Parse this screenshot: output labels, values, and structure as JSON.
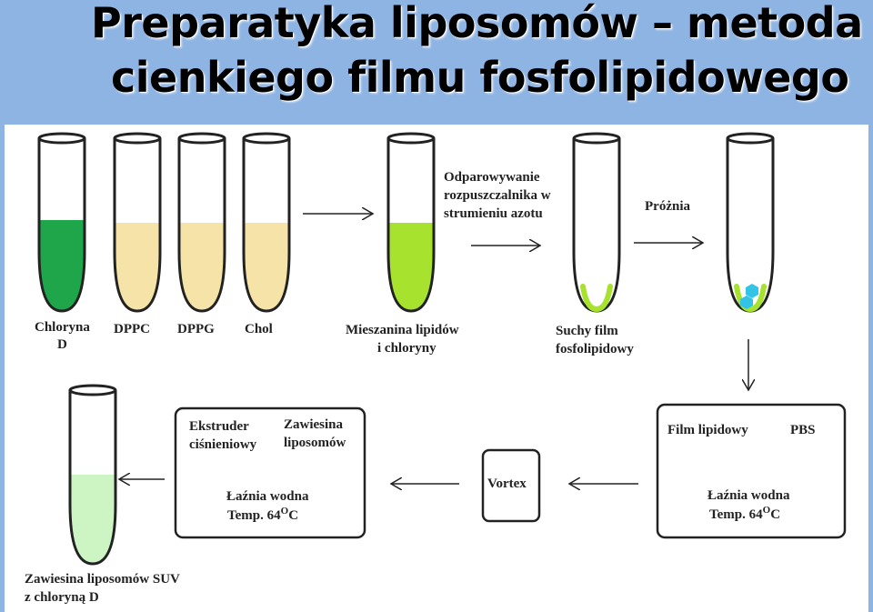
{
  "title": {
    "line1": "Preparatyka liposomów – metoda",
    "line2": "cienkiego filmu fosfolipidowego"
  },
  "colors": {
    "header_bg": "#8eb4e3",
    "chloryna": "#1fa64a",
    "lipid": "#f5e3a8",
    "mixture": "#a6e22e",
    "dry_film": "#a6e22e",
    "liposome": "#33c3e6",
    "suv": "#cdf5c4"
  },
  "tubes": {
    "chloryna": {
      "label1": "Chloryna",
      "label2": "D"
    },
    "dppc": {
      "label1": "DPPC"
    },
    "dppg": {
      "label1": "DPPG"
    },
    "chol": {
      "label1": "Chol"
    },
    "mixture": {
      "label1": "Mieszanina lipidów",
      "label2": "i chloryny"
    },
    "dry_film": {
      "label1": "Suchy film",
      "label2": "fosfolipidowy"
    },
    "suv": {
      "label1": "Zawiesina liposomów SUV",
      "label2": "z chloryną D"
    }
  },
  "steps": {
    "evaporation": {
      "line1": "Odparowywanie",
      "line2": "rozpuszczalnika w",
      "line3": "strumieniu azotu"
    },
    "vacuum": {
      "line1": "Próżnia"
    }
  },
  "boxes": {
    "hydration": {
      "left": "Film lipidowy",
      "right": "PBS",
      "bath": "Łaźnia wodna",
      "temp": "Temp. 64",
      "deg": "O",
      "unit": "C"
    },
    "vortex": {
      "label": "Vortex"
    },
    "extrusion": {
      "left1": "Ekstruder",
      "left2": "ciśnieniowy",
      "right1": "Zawiesina",
      "right2": "liposomów",
      "bath": "Łaźnia wodna",
      "temp": "Temp. 64",
      "deg": "O",
      "unit": "C"
    }
  }
}
